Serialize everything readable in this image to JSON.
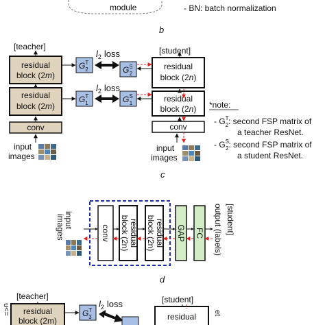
{
  "panel_b": {
    "module_label": "module",
    "legend_bn": "- BN: batch normalization",
    "caption": "b"
  },
  "panel_c": {
    "teacher_label": "[teacher]",
    "student_label": "[student]",
    "block_line1": "residual",
    "block_line2_t": "block (2",
    "block_var_m": "m",
    "block_var_n": "n",
    "block_close": ")",
    "conv": "conv",
    "input_line1": "input",
    "input_line2": "images",
    "l2": "l",
    "l2_sub": "2",
    "loss": "loss",
    "g": "G",
    "t": "T",
    "s": "S",
    "idx2": "2",
    "idx1": "1",
    "note_title": "*note:",
    "note1_a": "- G",
    "note1_b": ":  second FSP matrix of",
    "note1_c": "a teacher ResNet.",
    "note2_a": "- G",
    "note2_b": ":  second FSP matrix of",
    "note2_c": "a student ResNet.",
    "caption": "c"
  },
  "panel_d": {
    "input_line1": "input",
    "input_line2": "images",
    "conv": "conv",
    "block_line1": "residual",
    "block_line2": "block (2n)",
    "gap": "GAP",
    "fc": "FC",
    "output": "output (labels)",
    "student": "[student]",
    "caption": "d"
  },
  "panel_e": {
    "teacher_label": "[teacher]",
    "student_label": "[student]",
    "block_line1": "residual",
    "block_line2": "block (2m)",
    "l2": "l",
    "l2_sub": "2",
    "loss": "loss",
    "g": "G",
    "t": "T",
    "idx3": "3",
    "edge_left": "u<=",
    "edge_right": "et"
  },
  "colors": {
    "teacher_block": "#e0d3bd",
    "fsp_box": "#a9c0e6",
    "gap_fc": "#d2ecc6",
    "dashed_red": "#e02020",
    "dashed_blue": "#1a2faa"
  }
}
